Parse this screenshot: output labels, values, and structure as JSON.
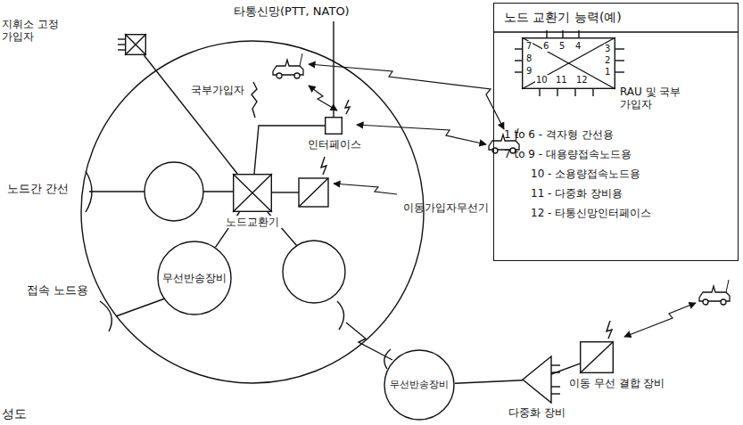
{
  "diagram": {
    "nodes": [
      {
        "text": [
          "지휘소 고정가입자"
        ]
      },
      {
        "text": [
          "인터페이스"
        ]
      },
      {
        "text": [
          "노드교환기"
        ]
      },
      {
        "text": [
          "무선반송장비"
        ]
      },
      {
        "text": [
          "무선반송장비"
        ]
      },
      {
        "text": [
          "다중화 장비"
        ]
      },
      {
        "text": [
          "이동 무선 결합 장비"
        ]
      },
      {
        "text": [
          "노드 교환기 능력(예)"
        ]
      },
      {
        "text": [
          "RAU 및 국부 가입자"
        ],
        "in": 7
      }
    ],
    "edges": [
      {
        "from": 0,
        "to": 2,
        "arrow": "none"
      },
      {
        "from": 1,
        "to": 2,
        "arrow": "none"
      },
      {
        "from": 2,
        "to": 3,
        "arrow": "none"
      },
      {
        "from": 4,
        "to": 5,
        "arrow": "none"
      },
      {
        "from": 5,
        "to": 6,
        "arrow": "none"
      }
    ],
    "labels": [
      "타통신망(PTT, NATO)",
      "국부가입자",
      "노드간 간선",
      "접속 노드용",
      "이동가입자무선기",
      "7",
      "6",
      "5",
      "4",
      "3",
      "2",
      "1",
      "8",
      "9",
      "10",
      "11",
      "12",
      "1 to 6 - 격자형 간선용",
      "7 to 9 - 대용량접속노드용",
      "10 - 소용량접속노드용",
      "11 - 다중화 장비용",
      "12 - 타통신망인터페이스",
      "성도"
    ]
  }
}
